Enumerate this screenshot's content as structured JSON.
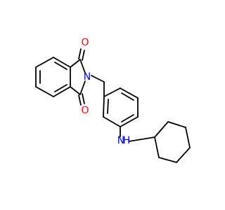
{
  "molecule": {
    "atoms": [
      {
        "id": "O1",
        "symbol": "O",
        "color": "#ff0000"
      },
      {
        "id": "N1",
        "symbol": "N",
        "color": "#0000ff"
      },
      {
        "id": "O2",
        "symbol": "O",
        "color": "#ff0000"
      },
      {
        "id": "N2",
        "symbol": "N",
        "color": "#0000ff"
      },
      {
        "id": "H1",
        "symbol": "H",
        "color": "#0000ff"
      }
    ]
  }
}
